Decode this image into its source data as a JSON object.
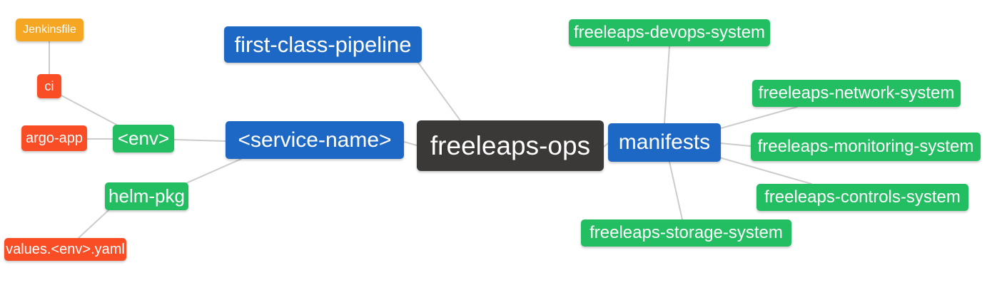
{
  "diagram": {
    "type": "mindmap",
    "root_label": "freeleaps-ops",
    "edges": [
      {
        "from": "freeleaps-ops",
        "to": "first-class-pipeline"
      },
      {
        "from": "freeleaps-ops",
        "to": "<service-name>"
      },
      {
        "from": "freeleaps-ops",
        "to": "manifests"
      },
      {
        "from": "<service-name>",
        "to": "<env>"
      },
      {
        "from": "<service-name>",
        "to": "helm-pkg"
      },
      {
        "from": "<env>",
        "to": "ci"
      },
      {
        "from": "<env>",
        "to": "argo-app"
      },
      {
        "from": "ci",
        "to": "Jenkinsfile"
      },
      {
        "from": "helm-pkg",
        "to": "values.<env>.yaml"
      },
      {
        "from": "manifests",
        "to": "freeleaps-devops-system"
      },
      {
        "from": "manifests",
        "to": "freeleaps-network-system"
      },
      {
        "from": "manifests",
        "to": "freeleaps-monitoring-system"
      },
      {
        "from": "manifests",
        "to": "freeleaps-controls-system"
      },
      {
        "from": "manifests",
        "to": "freeleaps-storage-system"
      }
    ]
  },
  "colors": {
    "background": "#ffffff",
    "edge": "#cccccc",
    "text": "#ffffff",
    "root_dark": "#3b3838",
    "branch_blue": "#1e68c5",
    "leaf_green": "#23bd62",
    "leaf_red": "#f94d26",
    "leaf_orange": "#f5a623"
  },
  "nodes": {
    "freeleaps_ops": {
      "label": "freeleaps-ops",
      "color": "#3b3838"
    },
    "first_class_pipeline": {
      "label": "first-class-pipeline",
      "color": "#1e68c5"
    },
    "service_name": {
      "label": "<service-name>",
      "color": "#1e68c5"
    },
    "manifests": {
      "label": "manifests",
      "color": "#1e68c5"
    },
    "env": {
      "label": "<env>",
      "color": "#23bd62"
    },
    "helm_pkg": {
      "label": "helm-pkg",
      "color": "#23bd62"
    },
    "ci": {
      "label": "ci",
      "color": "#f94d26"
    },
    "argo_app": {
      "label": "argo-app",
      "color": "#f94d26"
    },
    "values_env_yaml": {
      "label": "values.<env>.yaml",
      "color": "#f94d26"
    },
    "jenkinsfile": {
      "label": "Jenkinsfile",
      "color": "#f5a623"
    },
    "devops_system": {
      "label": "freeleaps-devops-system",
      "color": "#23bd62"
    },
    "network_system": {
      "label": "freeleaps-network-system",
      "color": "#23bd62"
    },
    "monitoring_system": {
      "label": "freeleaps-monitoring-system",
      "color": "#23bd62"
    },
    "controls_system": {
      "label": "freeleaps-controls-system",
      "color": "#23bd62"
    },
    "storage_system": {
      "label": "freeleaps-storage-system",
      "color": "#23bd62"
    }
  }
}
